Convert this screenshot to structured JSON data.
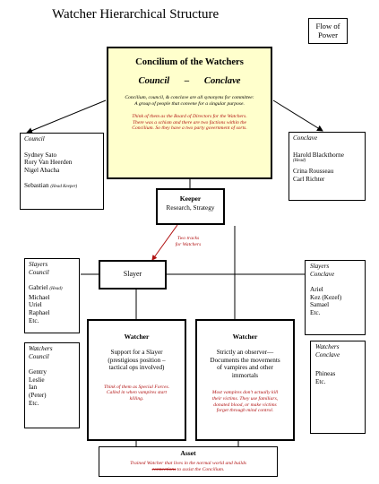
{
  "title": "Watcher Hierarchical Structure",
  "flow_label": [
    "Flow of",
    "Power"
  ],
  "concilium": {
    "heading": "Concilium of the Watchers",
    "subheading_left": "Council",
    "subheading_dash": "–",
    "subheading_right": "Conclave",
    "desc_lines": [
      "Concilium, council, & conclave are all synonyms for committee:",
      "A group of people that convene for a singular purpose."
    ],
    "note_lines": [
      "Think of them as the Board of Directors for the Watchers.",
      "There was a schism and there are two factions within the",
      "Concilium.  So they have a two party government of sorts."
    ]
  },
  "council": {
    "heading": "Council",
    "members": [
      "Sydney Sato",
      "Rory Van Heerden",
      "Nigel Abacha"
    ],
    "sebastian": "Sebastian",
    "sebastian_note": "(Head Keeper)"
  },
  "conclave": {
    "heading": "Conclave",
    "harold": "Harold Blackthorne",
    "harold_note": "(Head)",
    "members": [
      "Crina Rousseau",
      "Carl Richter"
    ]
  },
  "keeper": {
    "heading": "Keeper",
    "subtitle": "Research, Strategy",
    "tracks_note": [
      "Two tracks",
      "for Watchers"
    ]
  },
  "slayer": {
    "label": "Slayer"
  },
  "slayers_council": {
    "heading": [
      "Slayers",
      "Council"
    ],
    "gabriel": "Gabriel",
    "gabriel_note": "(Head)",
    "members": [
      "Michael",
      "Uriel",
      "Raphael",
      "Etc."
    ]
  },
  "slayers_conclave": {
    "heading": [
      "Slayers",
      "Conclave"
    ],
    "members": [
      "Ariel",
      "Kez (Kezef)",
      "Samael",
      "Etc."
    ]
  },
  "watcher_left": {
    "heading": "Watcher",
    "lines": [
      "Support for a Slayer",
      "(prestigious position –",
      "tactical ops involved)"
    ],
    "note_lines": [
      "Think of them as Special Forces.",
      "Called in when vampires start",
      "killing."
    ]
  },
  "watcher_right": {
    "heading": "Watcher",
    "lines": [
      "Strictly an observer—",
      "Documents the movements",
      "of vampires and other",
      "immortals"
    ],
    "note_lines": [
      "Most vampires don't actually kill",
      "their victims.  They use familiars,",
      "donated blood, or make victims",
      "forget through mind control."
    ]
  },
  "watchers_council": {
    "heading": [
      "Watchers",
      "Council"
    ],
    "members": [
      "Gentry",
      "Leslie",
      "Ian",
      "(Peter)",
      "Etc."
    ]
  },
  "watchers_conclave": {
    "heading": [
      "Watchers",
      "Conclave"
    ],
    "members": [
      "Phineas",
      "Etc."
    ]
  },
  "asset": {
    "heading": "Asset",
    "note_line1": "Trained Watcher that lives in the normal world and builds",
    "note_word_struck": "connections",
    "note_line2_rest": " to assist the Concilium."
  },
  "colors": {
    "concilium_fill": "#ffffcc",
    "note_red": "#b01010",
    "border": "#000000"
  }
}
